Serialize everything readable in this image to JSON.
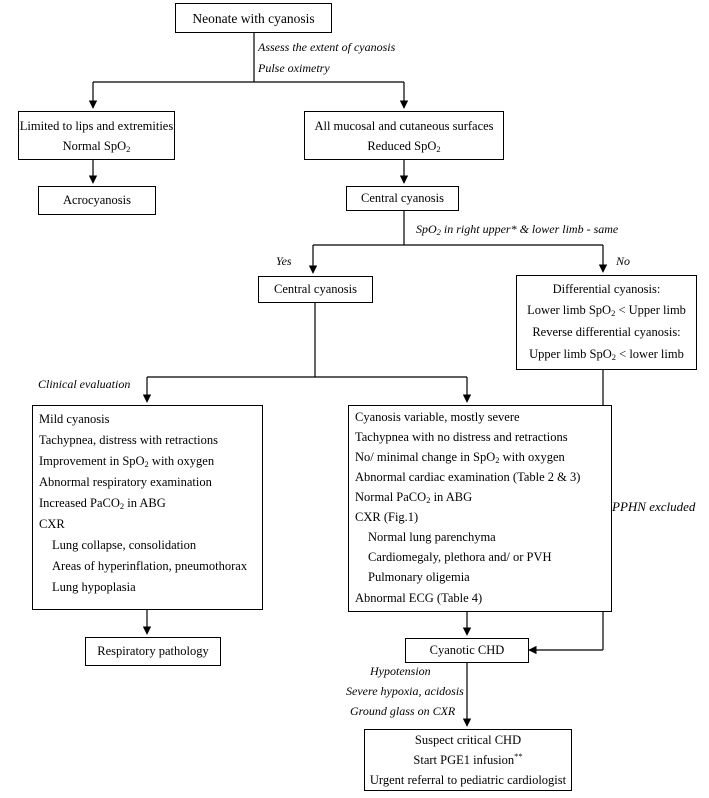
{
  "nodes": {
    "neonate": [
      "Neonate with cyanosis"
    ],
    "limited": [
      "Limited to lips and extremities",
      "Normal SpO|2"
    ],
    "allmucosal": [
      "All mucosal and cutaneous surfaces",
      "Reduced SpO|2"
    ],
    "acro": [
      "Acrocyanosis"
    ],
    "central1": [
      "Central cyanosis"
    ],
    "central2": [
      "Central cyanosis"
    ],
    "differential": [
      "Differential cyanosis:",
      "Lower limb SpO|2| < Upper limb",
      "Reverse differential cyanosis:",
      "Upper limb SpO|2| < lower limb"
    ],
    "resp_features": [
      "Mild cyanosis",
      "Tachypnea, distress with retractions",
      "Improvement in SpO|2| with oxygen",
      "Abnormal respiratory examination",
      "Increased PaCO|2| in ABG",
      "CXR",
      "Lung collapse, consolidation",
      "Areas of hyperinflation, pneumothorax",
      "Lung hypoplasia"
    ],
    "card_features": [
      "Cyanosis variable, mostly severe",
      "Tachypnea with no distress and retractions",
      "No/ minimal change in SpO|2| with oxygen",
      "Abnormal cardiac examination (Table 2 & 3)",
      "Normal PaCO|2| in ABG",
      "CXR (Fig.1)",
      "Normal lung parenchyma",
      "Cardiomegaly, plethora and/ or PVH",
      "Pulmonary oligemia",
      "Abnormal ECG (Table 4)"
    ],
    "resp_path": [
      "Respiratory pathology"
    ],
    "cyanotic_chd": [
      "Cyanotic CHD"
    ],
    "critical": [
      "Suspect critical CHD",
      "Start PGE1 infusion^**",
      "Urgent referral to pediatric cardiologist"
    ]
  },
  "labels": {
    "assess": "Assess the extent of cyanosis",
    "pulse": "Pulse oximetry",
    "spo2_right": "SpO|2| in right upper* & lower limb - same",
    "yes": "Yes",
    "no": "No",
    "clinical": "Clinical evaluation",
    "pphn": "PPHN excluded",
    "hypotension": "Hypotension",
    "severe": "Severe hypoxia, acidosis",
    "ground": "Ground glass on CXR"
  }
}
